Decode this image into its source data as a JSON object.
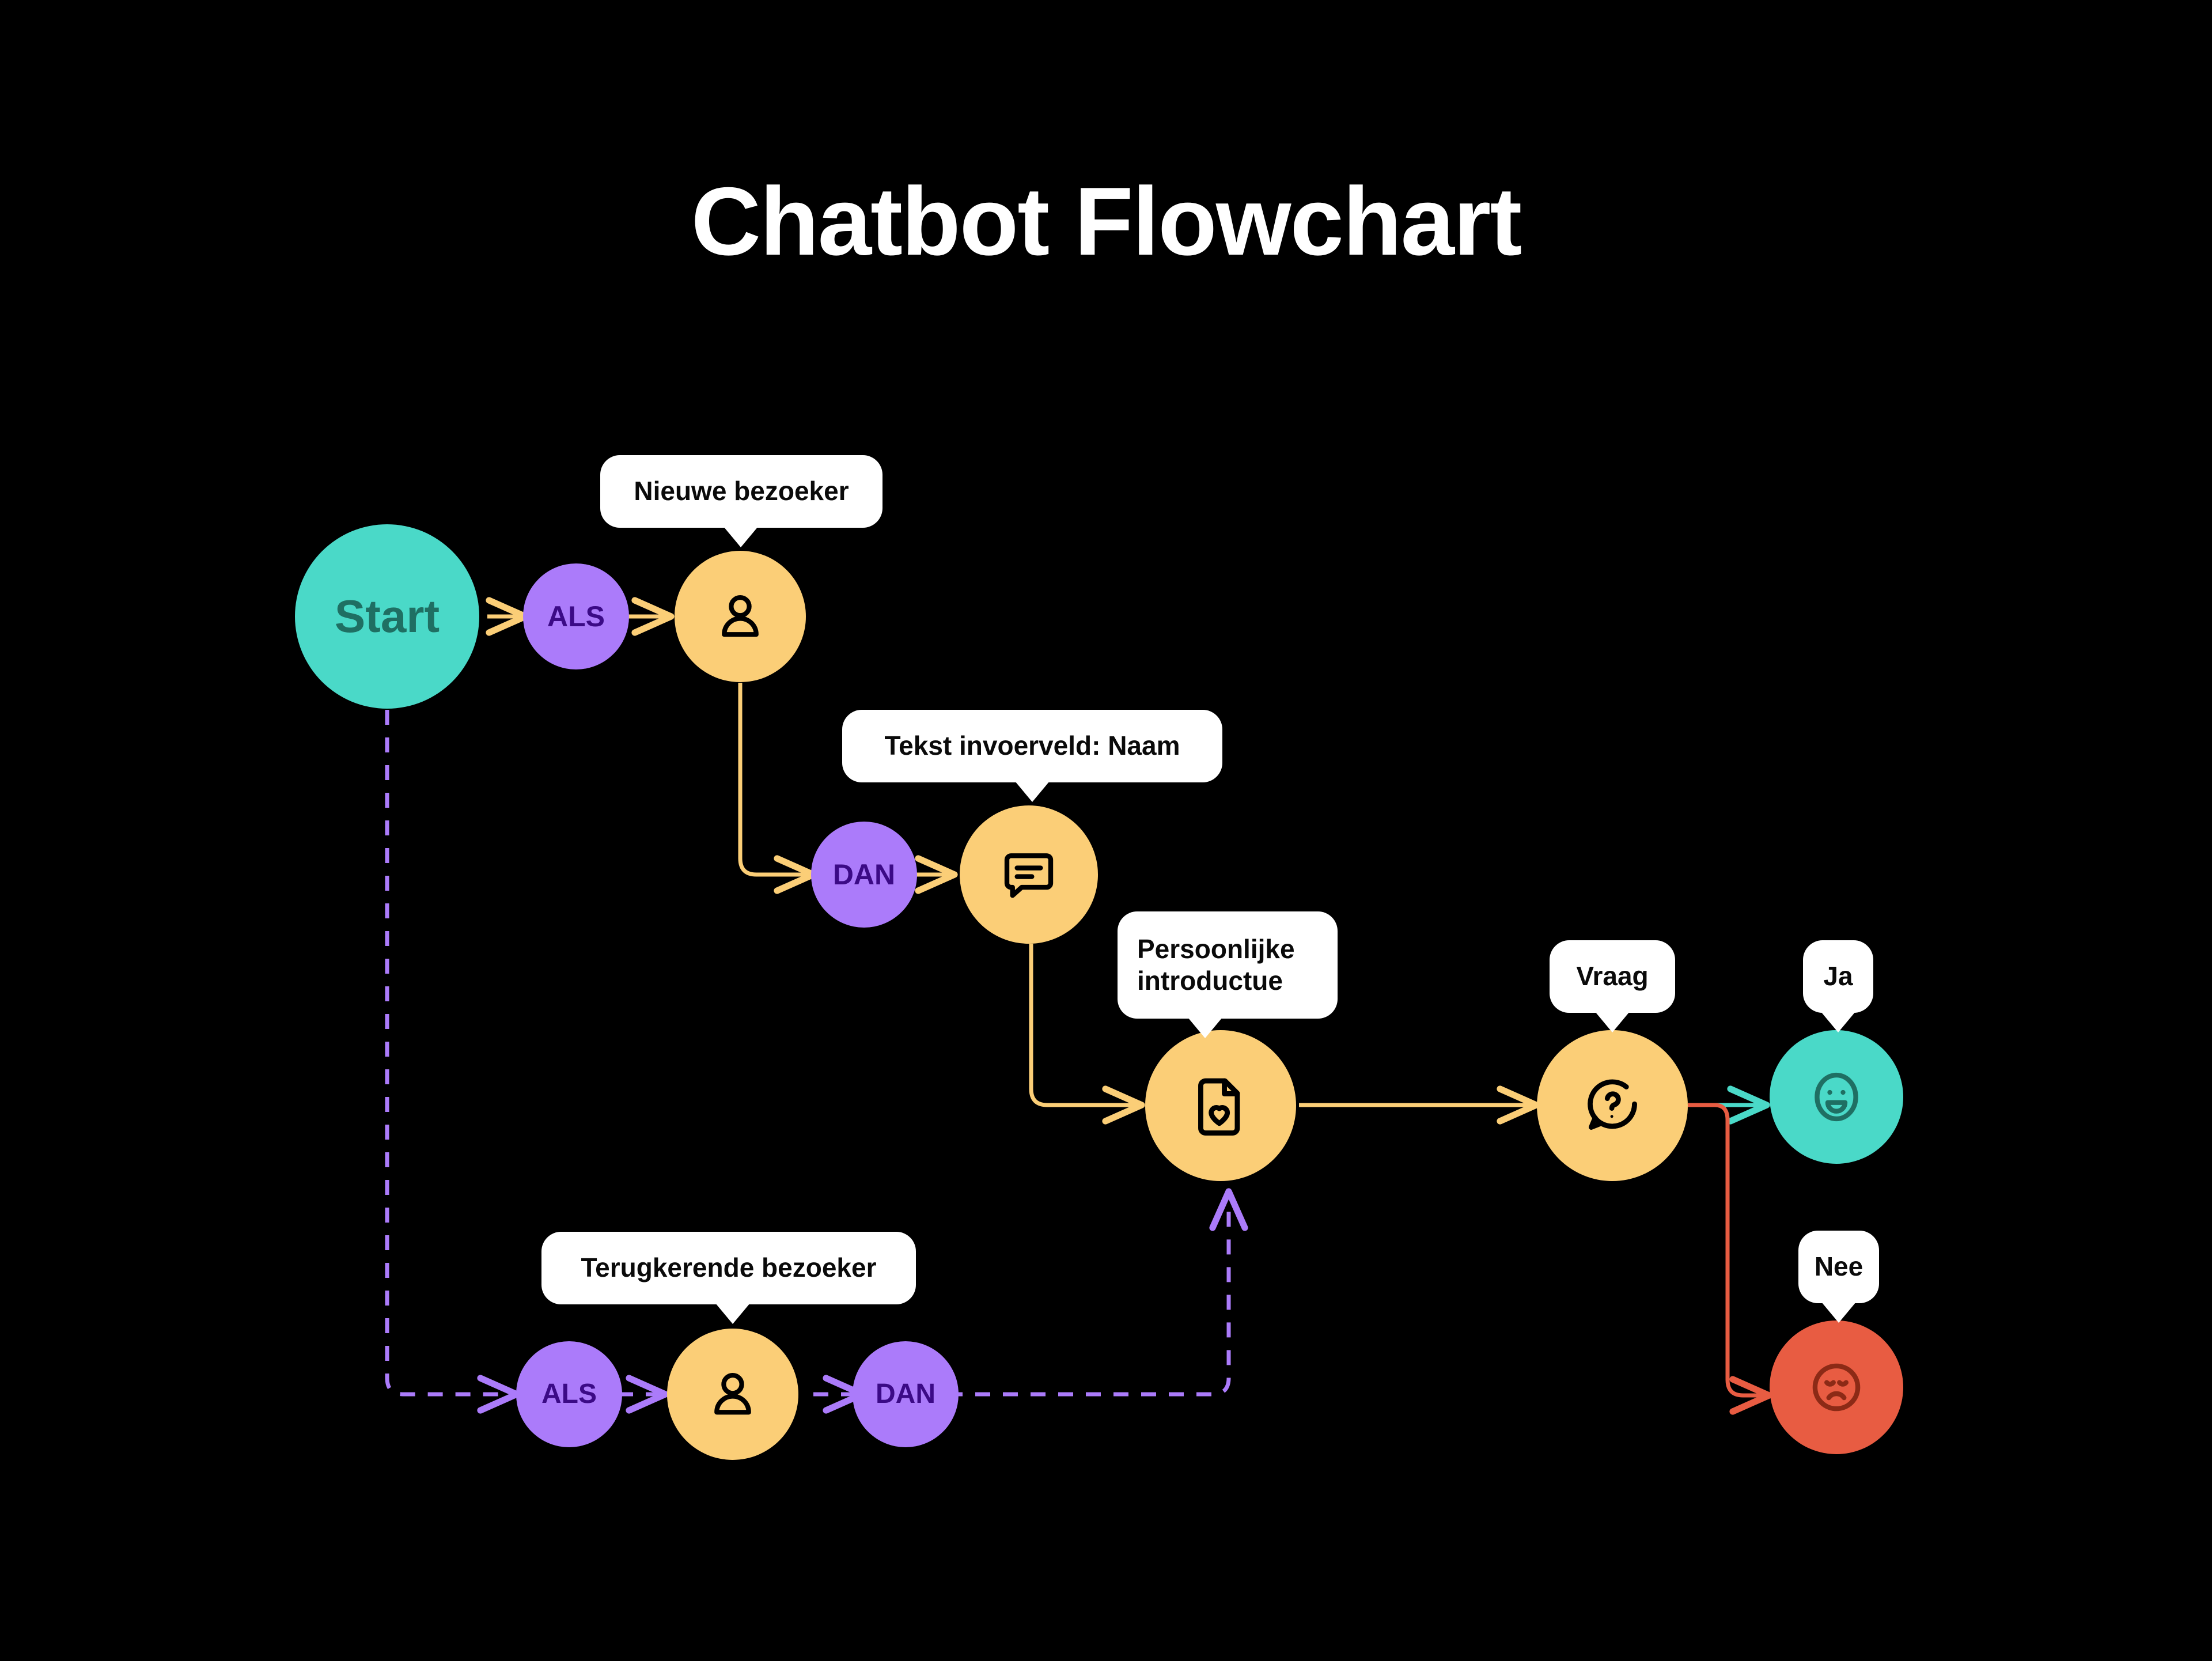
{
  "page": {
    "title": "Chatbot Flowchart",
    "background_color": "#000000",
    "title_color": "#FFFFFF"
  },
  "palette": {
    "teal": "#4AD9C8",
    "teal_dark": "#1F6F63",
    "amber": "#FBCE77",
    "purple": "#AB7BFA",
    "purple_dark": "#3B0A86",
    "red": "#E85C42",
    "red_dark": "#8C2A16",
    "white": "#FFFFFF",
    "ink": "#0A0A0A"
  },
  "nodes": [
    {
      "id": "start",
      "label": "Start",
      "kind": "text",
      "fill": "teal",
      "text_color": "teal_dark",
      "icon": "none"
    },
    {
      "id": "als-new",
      "label": "ALS",
      "kind": "text",
      "fill": "purple",
      "text_color": "purple_dark",
      "icon": "none"
    },
    {
      "id": "visitor-new",
      "label": "",
      "kind": "icon",
      "fill": "amber",
      "text_color": "ink",
      "icon": "person-icon"
    },
    {
      "id": "dan-new",
      "label": "DAN",
      "kind": "text",
      "fill": "purple",
      "text_color": "purple_dark",
      "icon": "none"
    },
    {
      "id": "name-input",
      "label": "",
      "kind": "icon",
      "fill": "amber",
      "text_color": "ink",
      "icon": "chat-message-icon"
    },
    {
      "id": "intro",
      "label": "",
      "kind": "icon",
      "fill": "amber",
      "text_color": "ink",
      "icon": "document-heart-icon"
    },
    {
      "id": "question",
      "label": "",
      "kind": "icon",
      "fill": "amber",
      "text_color": "ink",
      "icon": "question-bubble-icon"
    },
    {
      "id": "yes",
      "label": "",
      "kind": "icon",
      "fill": "teal",
      "text_color": "teal_dark",
      "icon": "happy-face-icon"
    },
    {
      "id": "no",
      "label": "",
      "kind": "icon",
      "fill": "red",
      "text_color": "red_dark",
      "icon": "sad-face-icon"
    },
    {
      "id": "als-return",
      "label": "ALS",
      "kind": "text",
      "fill": "purple",
      "text_color": "purple_dark",
      "icon": "none"
    },
    {
      "id": "visitor-ret",
      "label": "",
      "kind": "icon",
      "fill": "amber",
      "text_color": "ink",
      "icon": "person-icon"
    },
    {
      "id": "dan-return",
      "label": "DAN",
      "kind": "text",
      "fill": "purple",
      "text_color": "purple_dark",
      "icon": "none"
    }
  ],
  "callouts": [
    {
      "id": "callout-new-visitor",
      "text": "Nieuwe bezoeker",
      "target": "visitor-new"
    },
    {
      "id": "callout-name-field",
      "text": "Tekst invoerveld: Naam",
      "target": "name-input"
    },
    {
      "id": "callout-intro",
      "text": "Persoonlijke\nintroductue",
      "target": "intro"
    },
    {
      "id": "callout-question",
      "text": "Vraag",
      "target": "question"
    },
    {
      "id": "callout-yes",
      "text": "Ja",
      "target": "yes"
    },
    {
      "id": "callout-no",
      "text": "Nee",
      "target": "no"
    },
    {
      "id": "callout-return-visitor",
      "text": "Terugkerende bezoeker",
      "target": "visitor-ret"
    }
  ],
  "edges": [
    {
      "id": "edge-start-als",
      "from": "start",
      "to": "als-new",
      "style": "solid",
      "color": "#FBCE77"
    },
    {
      "id": "edge-als-visitor",
      "from": "als-new",
      "to": "visitor-new",
      "style": "solid",
      "color": "#FBCE77"
    },
    {
      "id": "edge-visitor-dan",
      "from": "visitor-new",
      "to": "dan-new",
      "style": "solid",
      "color": "#FBCE77"
    },
    {
      "id": "edge-dan-name",
      "from": "dan-new",
      "to": "name-input",
      "style": "solid",
      "color": "#FBCE77"
    },
    {
      "id": "edge-name-intro",
      "from": "name-input",
      "to": "intro",
      "style": "solid",
      "color": "#FBCE77"
    },
    {
      "id": "edge-intro-question",
      "from": "intro",
      "to": "question",
      "style": "solid",
      "color": "#FBCE77"
    },
    {
      "id": "edge-question-yes",
      "from": "question",
      "to": "yes",
      "style": "solid",
      "color": "#4AD9C8"
    },
    {
      "id": "edge-question-no",
      "from": "question",
      "to": "no",
      "style": "solid",
      "color": "#E85C42"
    },
    {
      "id": "edge-start-alsreturn",
      "from": "start",
      "to": "als-return",
      "style": "dashed",
      "color": "#AB7BFA"
    },
    {
      "id": "edge-alsret-visitor",
      "from": "als-return",
      "to": "visitor-ret",
      "style": "dashed",
      "color": "#AB7BFA"
    },
    {
      "id": "edge-visitorret-dan",
      "from": "visitor-ret",
      "to": "dan-return",
      "style": "dashed",
      "color": "#AB7BFA"
    },
    {
      "id": "edge-danreturn-intro",
      "from": "dan-return",
      "to": "intro",
      "style": "dashed",
      "color": "#AB7BFA"
    }
  ]
}
